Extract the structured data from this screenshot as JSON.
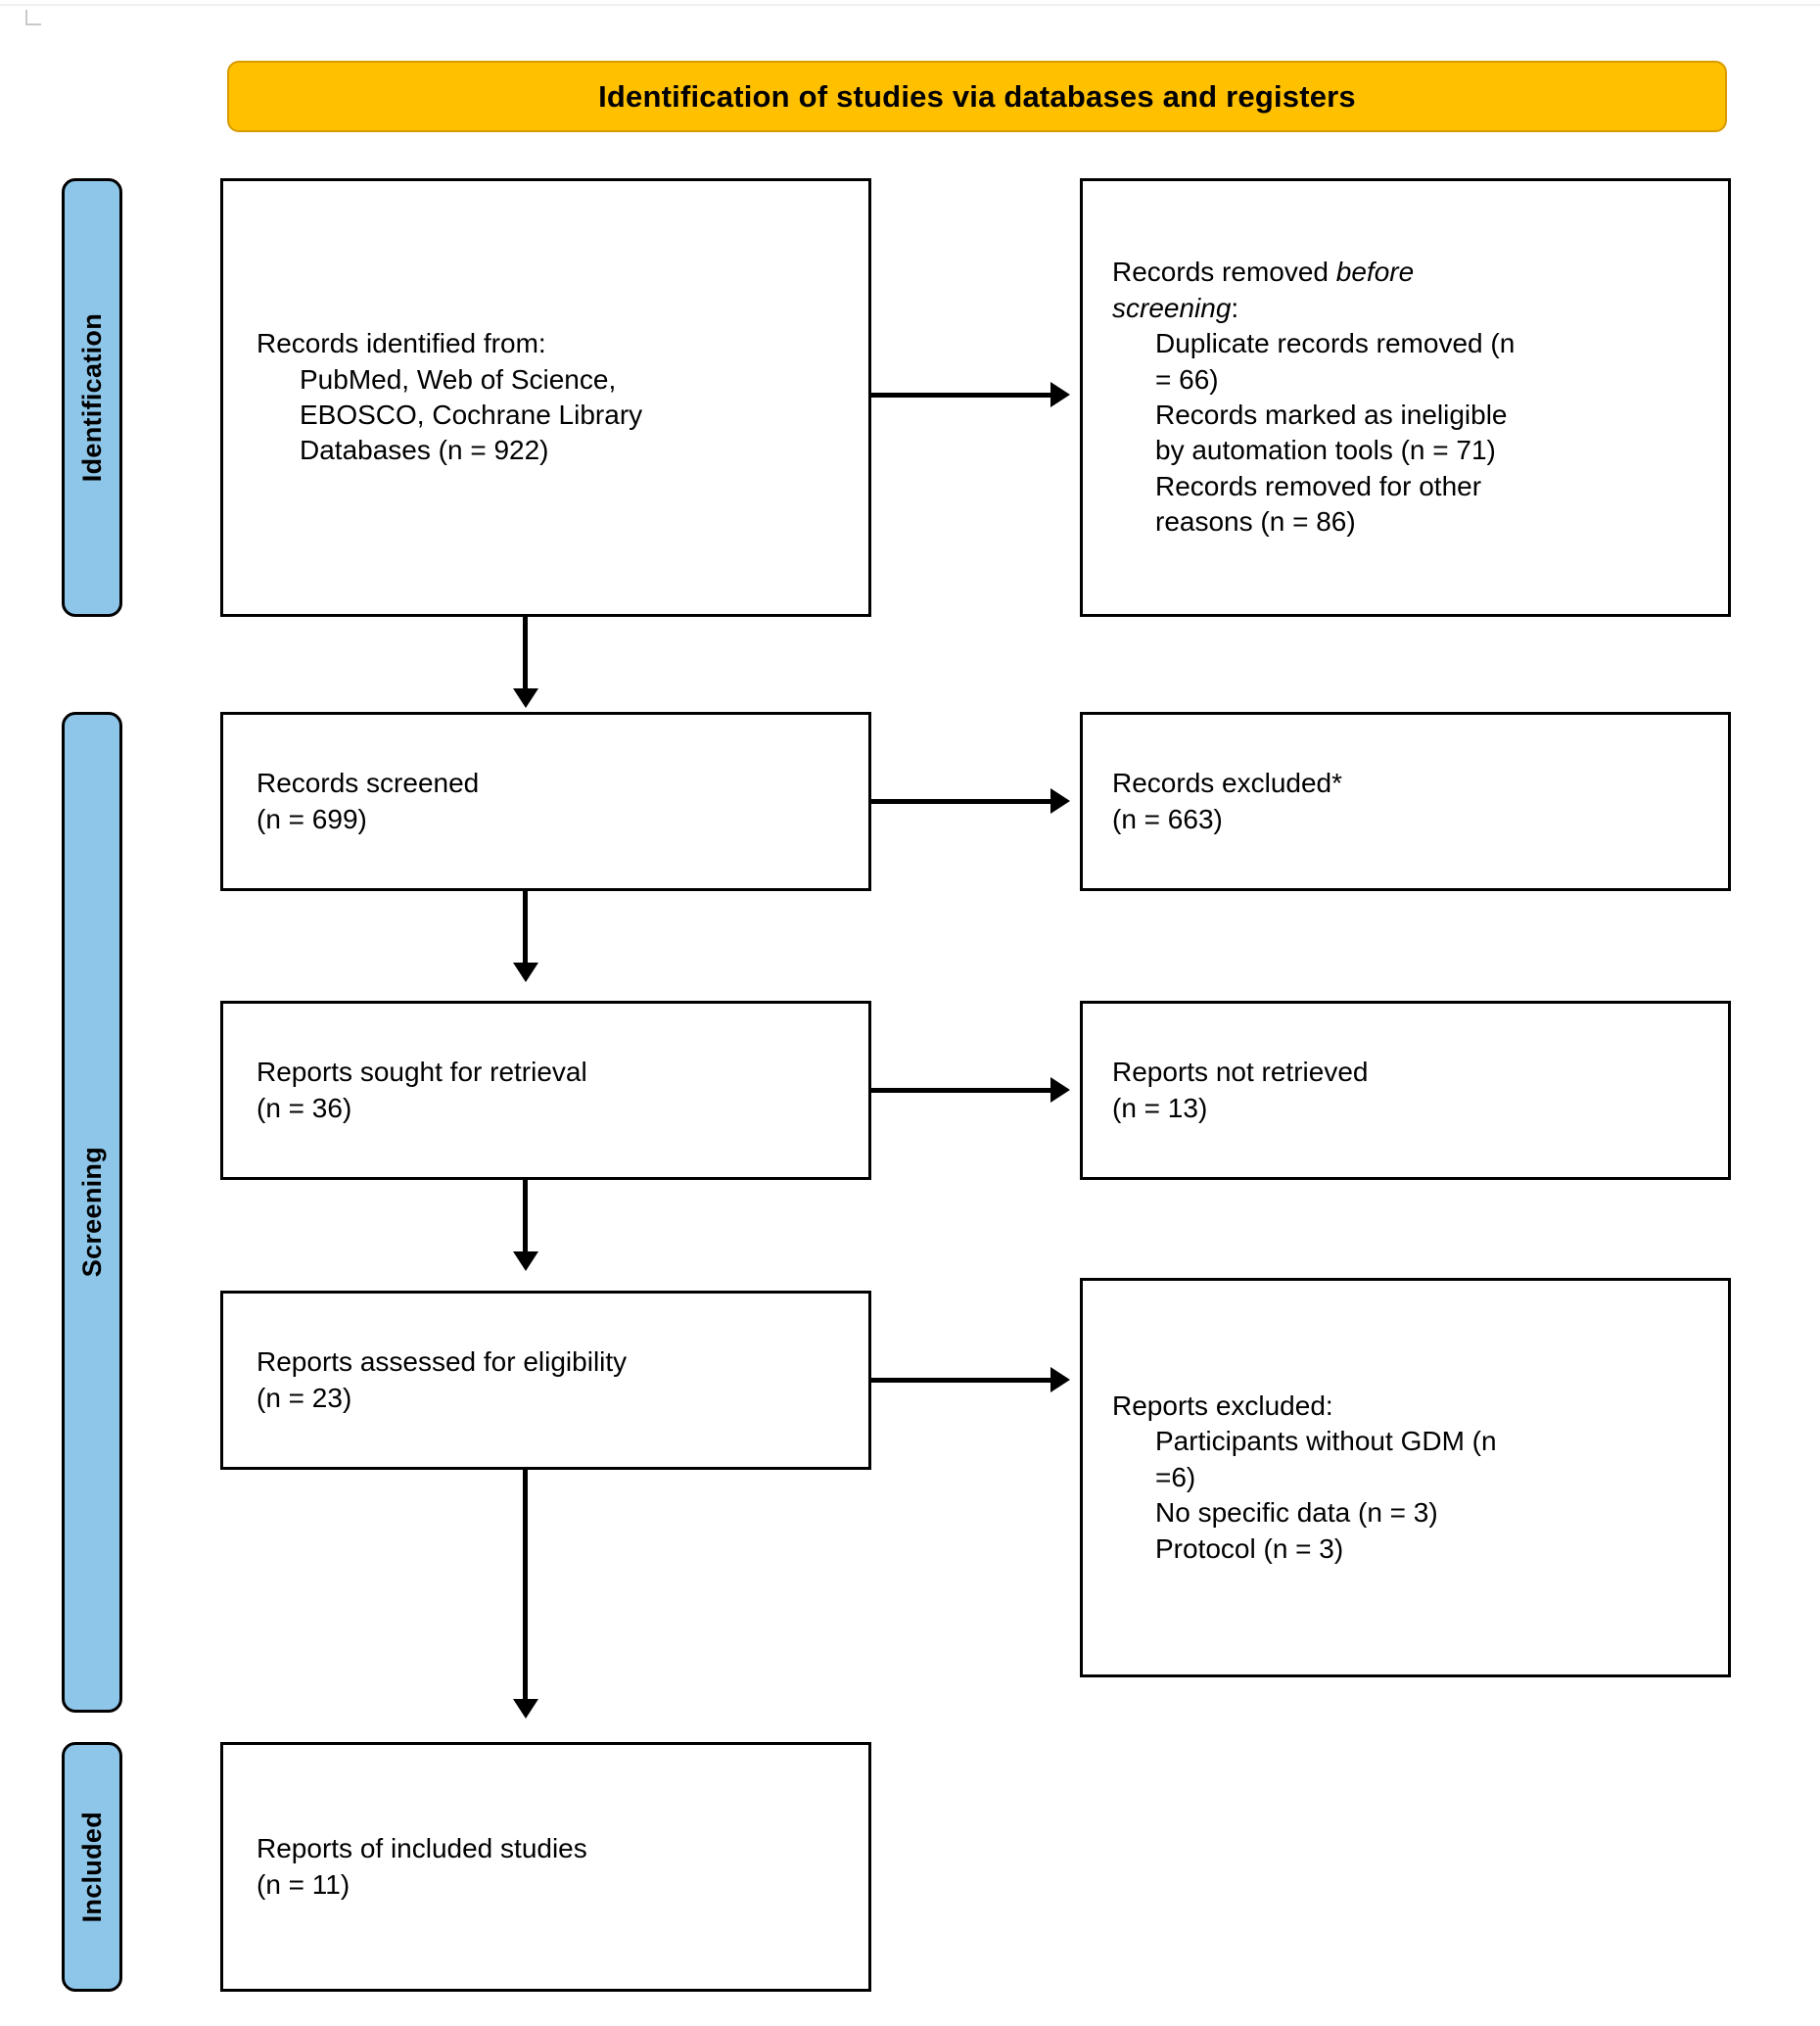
{
  "diagram": {
    "type": "prisma-2020-flow-diagram",
    "banner_title": "Identification of studies via databases and registers",
    "banner_color": "#FFC000",
    "stage_color": "#8EC6EA",
    "box_border_color": "#000000"
  },
  "stages": [
    {
      "key": "identification",
      "label": "Identification"
    },
    {
      "key": "screening",
      "label": "Screening"
    },
    {
      "key": "included",
      "label": "Included"
    }
  ],
  "boxes": {
    "identified": {
      "lines": [
        {
          "text": "Records identified from:",
          "indent": false
        },
        {
          "text": "PubMed, Web of Science,",
          "indent": true
        },
        {
          "text": "EBOSCO, Cochrane Library",
          "indent": true
        },
        {
          "text": "Databases (n = 922)",
          "indent": true
        }
      ],
      "n": 922
    },
    "removed": {
      "lines": [
        {
          "text": "Records removed before",
          "indent": false,
          "italic_tail": "before"
        },
        {
          "text": "screening:",
          "indent": false,
          "italic": true
        },
        {
          "text": "Duplicate records removed (n",
          "indent": true
        },
        {
          "text": "= 66)",
          "indent": true
        },
        {
          "text": "Records marked as ineligible",
          "indent": true
        },
        {
          "text": "by automation tools (n = 71)",
          "indent": true
        },
        {
          "text": "Records removed for other",
          "indent": true
        },
        {
          "text": "reasons (n = 86)",
          "indent": true
        }
      ],
      "duplicates_n": 66,
      "ineligible_automation_n": 71,
      "other_reasons_n": 86
    },
    "screened": {
      "lines": [
        {
          "text": "Records screened",
          "indent": false
        },
        {
          "text": "(n = 699)",
          "indent": false
        }
      ],
      "n": 699
    },
    "excluded": {
      "lines": [
        {
          "text": "Records excluded*",
          "indent": false
        },
        {
          "text": "(n = 663)",
          "indent": false
        }
      ],
      "n": 663
    },
    "sought": {
      "lines": [
        {
          "text": "Reports sought for retrieval",
          "indent": false
        },
        {
          "text": "(n = 36)",
          "indent": false
        }
      ],
      "n": 36
    },
    "notretrieved": {
      "lines": [
        {
          "text": "Reports not retrieved",
          "indent": false
        },
        {
          "text": "(n = 13)",
          "indent": false
        }
      ],
      "n": 13
    },
    "assessed": {
      "lines": [
        {
          "text": "Reports assessed for eligibility",
          "indent": false
        },
        {
          "text": "(n = 23)",
          "indent": false
        }
      ],
      "n": 23
    },
    "reportsexcluded": {
      "lines": [
        {
          "text": "Reports excluded:",
          "indent": false
        },
        {
          "text": "Participants without GDM (n",
          "indent": true
        },
        {
          "text": "=6)",
          "indent": true
        },
        {
          "text": "No specific data (n = 3)",
          "indent": true
        },
        {
          "text": "Protocol (n = 3)",
          "indent": true
        }
      ],
      "participants_without_gdm_n": 6,
      "no_specific_data_n": 3,
      "protocol_n": 3
    },
    "includedstudies": {
      "lines": [
        {
          "text": "Reports of included studies",
          "indent": false
        },
        {
          "text": "(n = 11)",
          "indent": false
        }
      ],
      "n": 11
    }
  }
}
